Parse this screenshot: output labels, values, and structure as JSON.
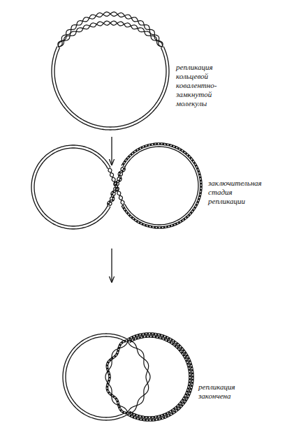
{
  "diagram": {
    "labels": [
      "репликация кольцевой ковалентно-замкнутой молекулы",
      "заключительная стадия репликации",
      "репликация закончена"
    ]
  }
}
